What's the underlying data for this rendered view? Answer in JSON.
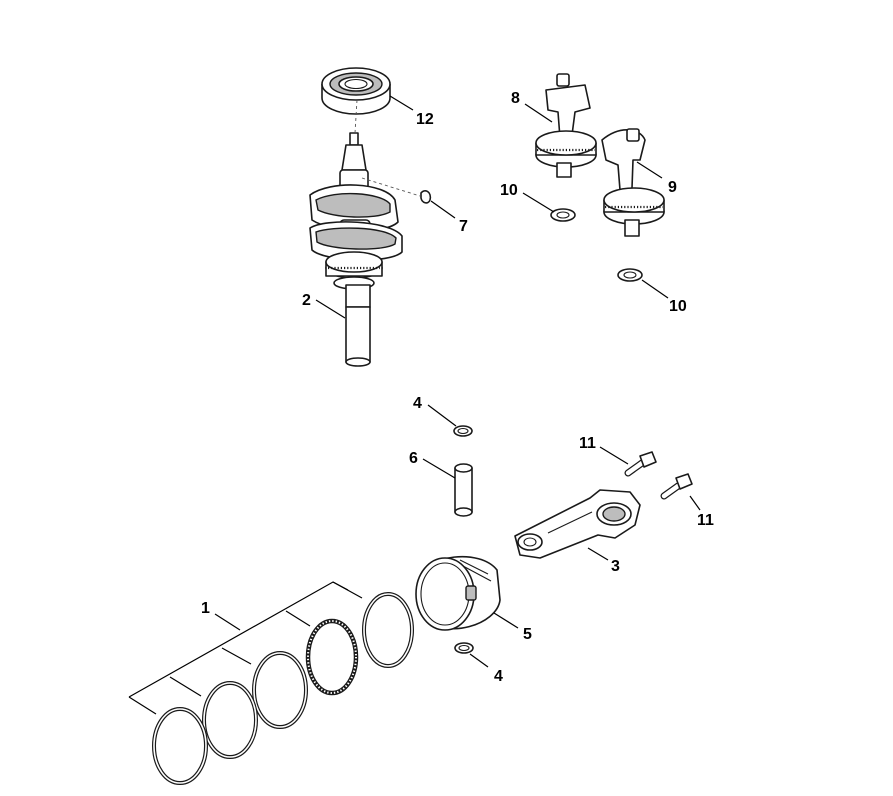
{
  "callouts": {
    "c1": "1",
    "c2": "2",
    "c3": "3",
    "c4a": "4",
    "c4b": "4",
    "c5": "5",
    "c6": "6",
    "c7": "7",
    "c8": "8",
    "c9": "9",
    "c10a": "10",
    "c10b": "10",
    "c11a": "11",
    "c11b": "11",
    "c12": "12"
  }
}
